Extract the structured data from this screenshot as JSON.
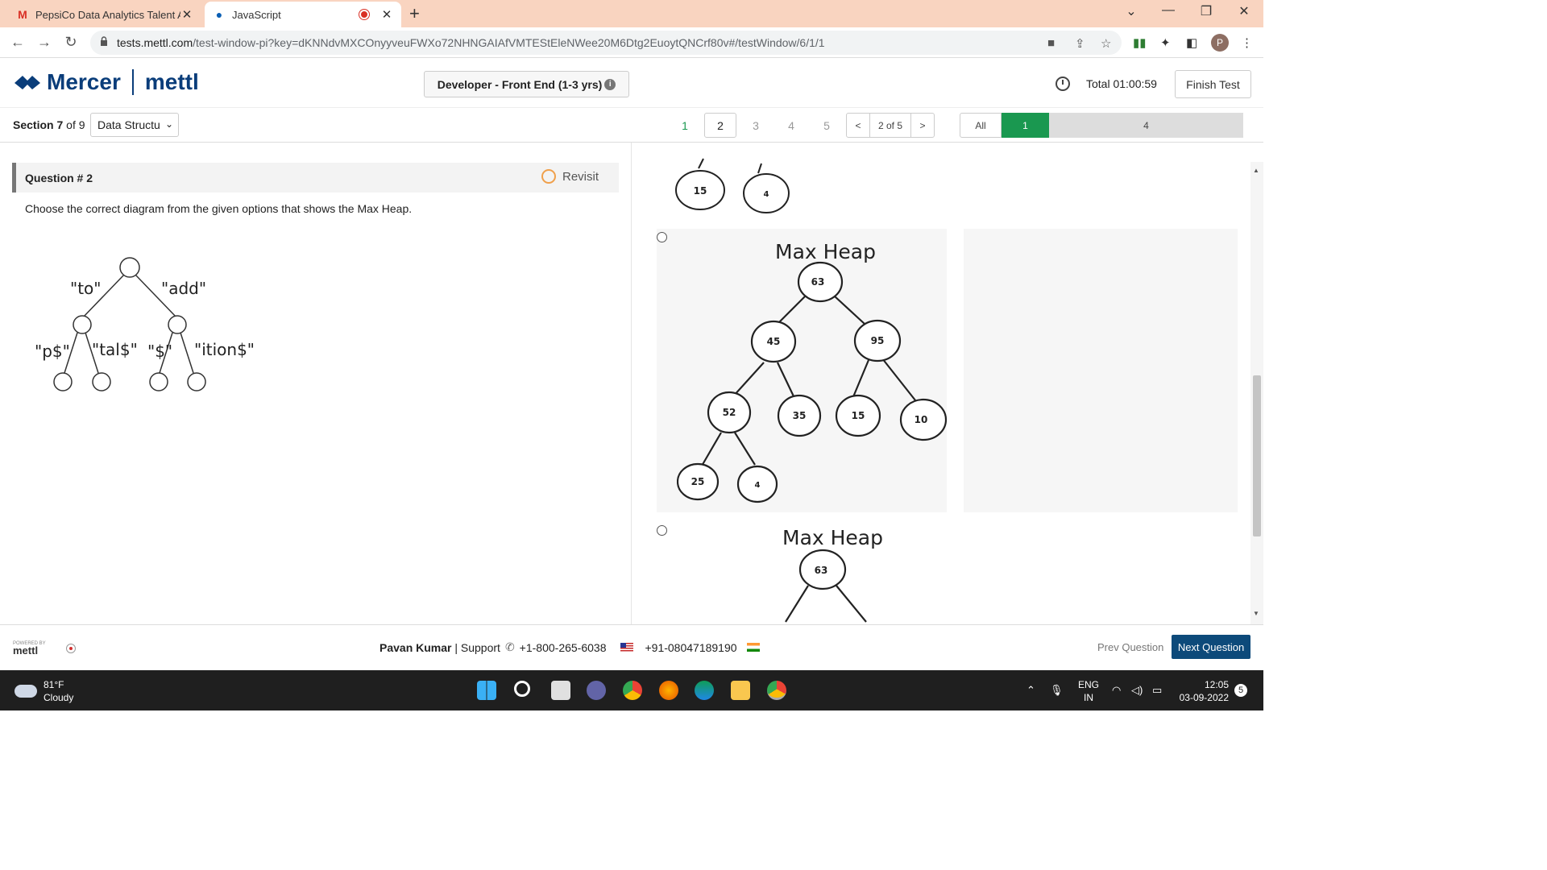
{
  "browser": {
    "tabs": [
      {
        "title": "PepsiCo Data Analytics Talent Ac",
        "favicon": "gmail-icon"
      },
      {
        "title": "JavaScript",
        "favicon": "mettl-icon"
      }
    ],
    "url_host": "tests.mettl.com",
    "url_path": "/test-window-pi?key=dKNNdvMXCOnyyveuFWXo72NHNGAIAfVMTEStEleNWee20M6Dtg2EuoytQNCrf80v#/testWindow/6/1/1",
    "profile_initial": "P"
  },
  "header": {
    "brand_mercer": "Mercer",
    "brand_mettl": "mettl",
    "test_name": "Developer - Front End (1-3 yrs)",
    "timer_label": "Total 01:00:59",
    "finish_label": "Finish Test"
  },
  "section": {
    "label_prefix": "Section",
    "current": "7",
    "label_of": "of 9",
    "selected": "Data Structu",
    "questions": [
      "1",
      "2",
      "3",
      "4",
      "5"
    ],
    "pager_text": "2 of 5",
    "prev_arrow": "<",
    "next_arrow": ">",
    "filter_all": "All",
    "filter_answered": "1",
    "filter_remaining": "4"
  },
  "question": {
    "title": "Question # 2",
    "revisit_label": "Revisit",
    "text": "Choose the correct diagram from the given options that shows the Max Heap.",
    "trie_labels": {
      "left_edge": "\"to\"",
      "right_edge": "\"add\"",
      "ll": "\"p$\"",
      "lr": "\"tal$\"",
      "rl": "\"$\"",
      "rr": "\"ition$\""
    }
  },
  "options": {
    "partial_top": {
      "nodes": [
        "15",
        "4"
      ]
    },
    "option_a": {
      "title": "Max Heap",
      "nodes": [
        "63",
        "45",
        "95",
        "52",
        "35",
        "15",
        "10",
        "25",
        "4"
      ]
    },
    "option_b": {
      "title": "Max Heap",
      "nodes": [
        "63"
      ]
    }
  },
  "footer": {
    "powered_by": "POWERED BY",
    "powered_brand": "mettl",
    "user_name": "Pavan Kumar",
    "support_label": "| Support",
    "us_phone": "+1-800-265-6038",
    "in_phone": "+91-08047189190",
    "prev_label": "Prev Question",
    "next_label": "Next Question"
  },
  "taskbar": {
    "temp": "81°F",
    "condition": "Cloudy",
    "lang1": "ENG",
    "lang2": "IN",
    "time": "12:05",
    "date": "03-09-2022",
    "notifications": "5"
  },
  "colors": {
    "accent_green": "#1a9850",
    "brand_blue": "#0a3d7a",
    "next_button": "#0d4a7a",
    "tabbar": "#f9d4c0"
  }
}
